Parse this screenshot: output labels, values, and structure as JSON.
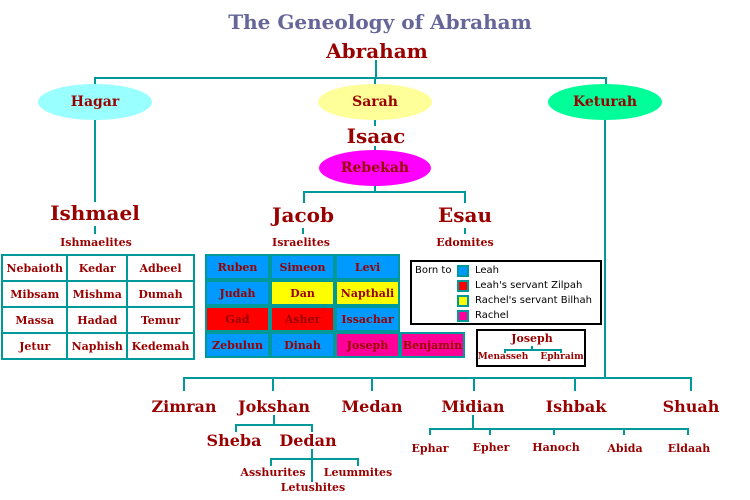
{
  "title": "The Geneology of Abraham",
  "root": "Abraham",
  "wives": [
    {
      "name": "Hagar",
      "color": "#99ffff"
    },
    {
      "name": "Sarah",
      "color": "#ffff99"
    },
    {
      "name": "Keturah",
      "color": "#00ff99"
    }
  ],
  "isaac": "Isaac",
  "rebekah": {
    "name": "Rebekah",
    "color": "#ff00ff"
  },
  "ishmael": {
    "name": "Ishmael",
    "people": "Ishmaelites",
    "sons": [
      [
        "Nebaioth",
        "Kedar",
        "Adbeel"
      ],
      [
        "Mibsam",
        "Mishma",
        "Dumah"
      ],
      [
        "Massa",
        "Hadad",
        "Temur"
      ],
      [
        "Jetur",
        "Naphish",
        "Kedemah"
      ]
    ]
  },
  "jacob": {
    "name": "Jacob",
    "people": "Israelites",
    "sons": [
      [
        {
          "name": "Ruben",
          "mother": "Leah"
        },
        {
          "name": "Simeon",
          "mother": "Leah"
        },
        {
          "name": "Levi",
          "mother": "Leah"
        }
      ],
      [
        {
          "name": "Judah",
          "mother": "Leah"
        },
        {
          "name": "Dan",
          "mother": "Bilhah"
        },
        {
          "name": "Napthali",
          "mother": "Bilhah"
        }
      ],
      [
        {
          "name": "Gad",
          "mother": "Zilpah"
        },
        {
          "name": "Asher",
          "mother": "Zilpah"
        },
        {
          "name": "Issachar",
          "mother": "Leah"
        }
      ],
      [
        {
          "name": "Zebulun",
          "mother": "Leah"
        },
        {
          "name": "Dinah",
          "mother": "Leah"
        },
        {
          "name": "Joseph",
          "mother": "Rachel"
        },
        {
          "name": "Benjamin",
          "mother": "Rachel"
        }
      ]
    ]
  },
  "esau": {
    "name": "Esau",
    "people": "Edomites"
  },
  "legend": {
    "label": "Born to",
    "items": [
      {
        "key": "Leah",
        "text": "Leah",
        "color": "#0099ff"
      },
      {
        "key": "Zilpah",
        "text": "Leah's servant Zilpah",
        "color": "#ff0000"
      },
      {
        "key": "Bilhah",
        "text": "Rachel's servant Bilhah",
        "color": "#ffff00"
      },
      {
        "key": "Rachel",
        "text": "Rachel",
        "color": "#ff0099"
      }
    ]
  },
  "joseph_box": {
    "name": "Joseph",
    "sons": [
      "Menasseh",
      "Ephraim"
    ]
  },
  "keturah_sons": [
    "Zimran",
    "Jokshan",
    "Medan",
    "Midian",
    "Ishbak",
    "Shuah"
  ],
  "jokshan_sons": [
    "Sheba",
    "Dedan"
  ],
  "dedan_sons": [
    "Asshurites",
    "Letushites",
    "Leummites"
  ],
  "midian_sons": [
    "Ephar",
    "Epher",
    "Hanoch",
    "Abida",
    "Eldaah"
  ],
  "colors": {
    "line": "#009999",
    "name": "#990000",
    "title": "#666699"
  }
}
